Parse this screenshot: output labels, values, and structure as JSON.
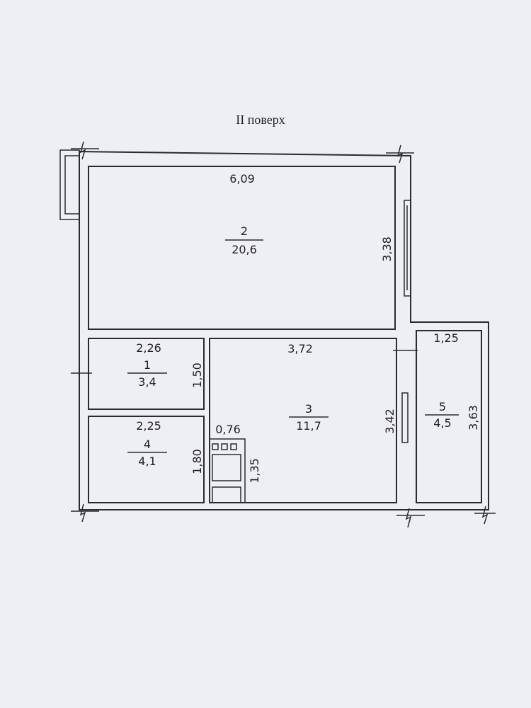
{
  "title": "II поверх",
  "rooms": [
    {
      "number": "1",
      "area": "3,4",
      "width": "2,26",
      "height": "1,50"
    },
    {
      "number": "2",
      "area": "20,6",
      "width": "6,09",
      "height": "3,38"
    },
    {
      "number": "3",
      "area": "11,7",
      "width": "3,72",
      "height": "3,42"
    },
    {
      "number": "4",
      "area": "4,1",
      "width": "2,25",
      "height": "1,80"
    },
    {
      "number": "5",
      "area": "4,5",
      "width": "1,25",
      "height": "3,63"
    }
  ],
  "fixture": {
    "width": "0,76",
    "height": "1,35"
  }
}
